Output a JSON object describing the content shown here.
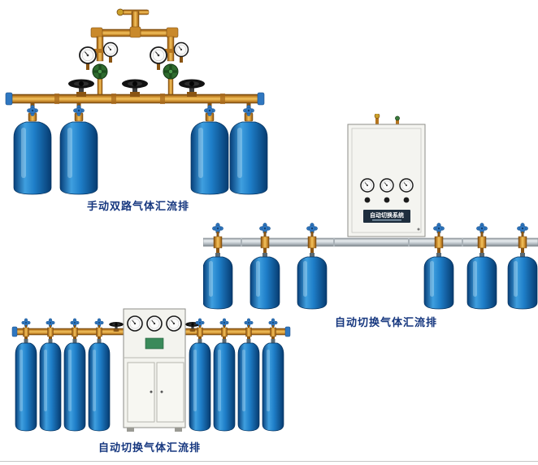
{
  "palette": {
    "page-bg": "#ffffff",
    "caption-color": "#16377f",
    "brass": "#c9892b",
    "brass-dark": "#7a4a10",
    "cylinder-blue-dark": "#073f79",
    "cylinder-blue-light": "#3f9fdf",
    "valve-blue": "#2f77c0",
    "regulator-green": "#2e6b2e",
    "handwheel-black": "#121212",
    "steel-gray": "#c3cad0",
    "cabinet-white": "#f4f4f0",
    "plate-navy": "#1e2e3e"
  },
  "figures": [
    {
      "caption": "手动双路气体汇流排"
    },
    {
      "caption": "自动切换气体汇流排",
      "cabinet_label": "自动切换系统"
    },
    {
      "caption": "自动切换气体汇流排"
    }
  ]
}
